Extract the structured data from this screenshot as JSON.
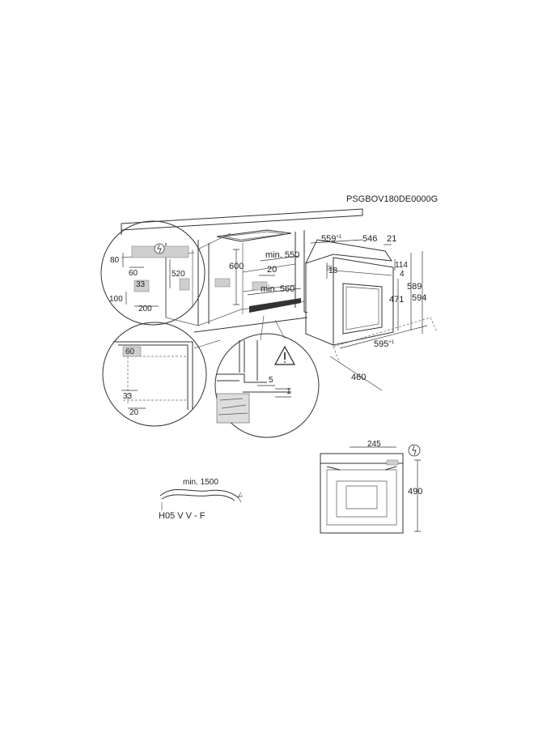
{
  "model_code": "PSGBOV180DE0000G",
  "cabinet": {
    "depth_min_550": "min. 550",
    "gap_20": "20",
    "width_min_560": "min. 560",
    "height_600": "600"
  },
  "detail_socket": {
    "d80": "80",
    "d60": "60",
    "d520": "520",
    "d33": "33",
    "d100": "100",
    "d200": "200"
  },
  "detail_corner": {
    "d60": "60",
    "d33": "33",
    "d20": "20"
  },
  "detail_gap": {
    "d5": "5",
    "d1": "1"
  },
  "oven": {
    "d559": "559",
    "d559_tol": "+1",
    "d546": "546",
    "d21": "21",
    "d18": "18",
    "d114": "114",
    "d4": "4",
    "d471": "471",
    "d589": "589",
    "d594": "594",
    "d595": "595",
    "d595_tol": "+1",
    "d460": "460"
  },
  "cable": {
    "length": "min. 1500",
    "type": "H05 V V - F"
  },
  "rear_view": {
    "d245": "245",
    "d490": "490"
  },
  "icons": [
    "power-plug-icon",
    "warning-triangle-icon"
  ]
}
